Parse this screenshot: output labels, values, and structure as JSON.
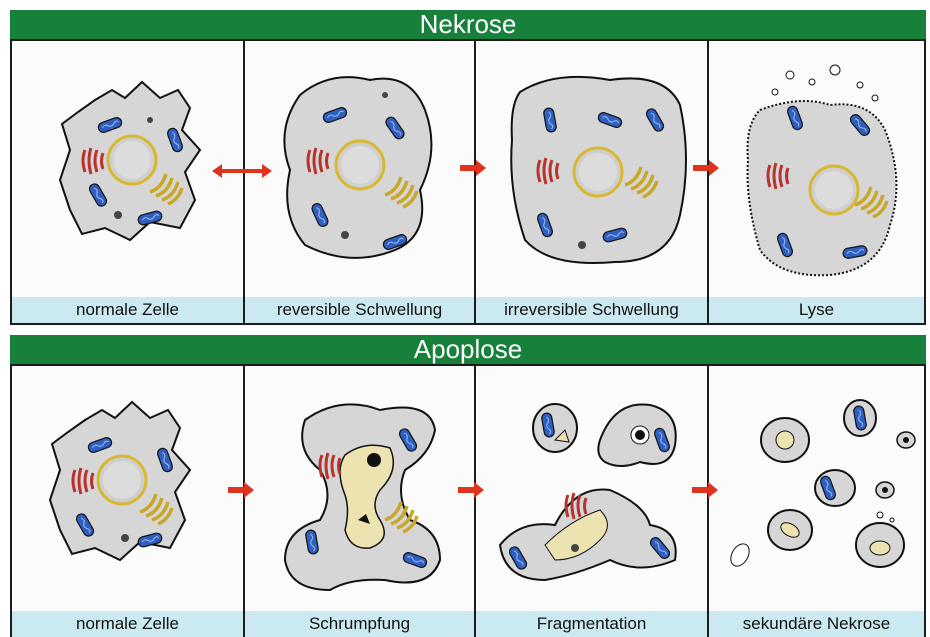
{
  "sections": [
    {
      "title": "Nekrose",
      "captions": [
        "normale Zelle",
        "reversible Schwellung",
        "irreversible Schwellung",
        "Lyse"
      ]
    },
    {
      "title": "Apoplose",
      "captions": [
        "normale Zelle",
        "Schrumpfung",
        "Fragmentation",
        "sekundäre Nekrose"
      ]
    }
  ],
  "colors": {
    "header": "#17803a",
    "caption_bg": "#cbe9f0",
    "cell_fill": "#d6d6d6",
    "nucleus": "#d8b830",
    "mitochondria": "#2f5fbf",
    "er": "#b8322e",
    "golgi": "#c9a72a",
    "arrow": "#e0331e"
  }
}
